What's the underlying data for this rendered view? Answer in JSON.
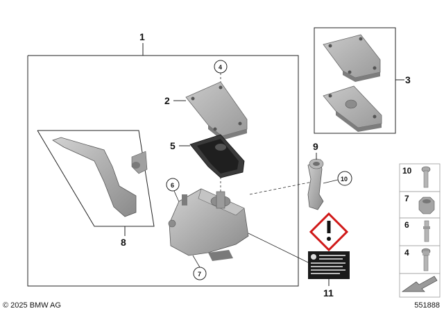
{
  "callouts": {
    "c1": "1",
    "c2": "2",
    "c3": "3",
    "c4": "4",
    "c5": "5",
    "c6": "6",
    "c7": "7",
    "c8": "8",
    "c9": "9",
    "c10": "10",
    "c11": "11"
  },
  "legend": {
    "items": [
      {
        "number": "10",
        "icon": "bolt-with-round-head-icon"
      },
      {
        "number": "7",
        "icon": "hex-nut-icon"
      },
      {
        "number": "6",
        "icon": "threaded-stud-icon"
      },
      {
        "number": "4",
        "icon": "socket-head-screw-icon"
      }
    ]
  },
  "warning_label": {
    "icon": "exclamation-hazard-icon"
  },
  "footer": {
    "copyright": "© 2025 BMW AG",
    "diagram_number": "551888"
  },
  "colors": {
    "part_gray": "#a9a9a9",
    "part_dark": "#2f2f2f",
    "frame": "#222222"
  }
}
